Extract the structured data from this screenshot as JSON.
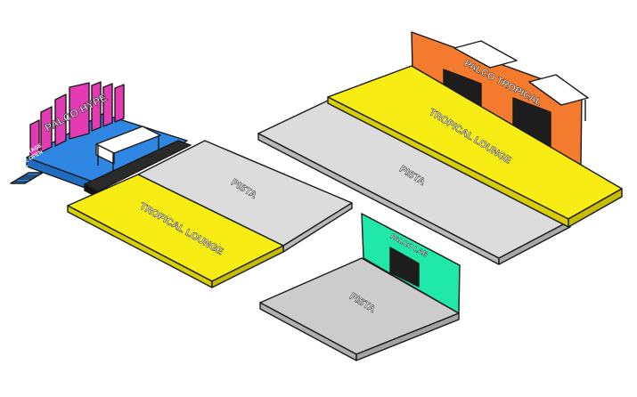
{
  "map": {
    "areas": {
      "hype": {
        "stage_label": "PALCO HYPE",
        "backstage_label": "BACKSTAGE HYPE OPEN BAR",
        "pista_label": "PISTA",
        "lounge_label": "TROPICAL LOUNGE"
      },
      "tropical": {
        "stage_label": "PALCO TROPICAL",
        "lounge_label": "TROPICAL LOUNGE",
        "pista_label": "PISTA"
      },
      "lab": {
        "stage_label": "PALCO LAB",
        "pista_label": "PISTA"
      }
    },
    "colors": {
      "hype_stage": "#2f86e3",
      "hype_panels": "#e43bb5",
      "tropical_stage": "#f47a2e",
      "lab_stage": "#1fe8a8",
      "lounge": "#f7ec13",
      "pista": "#dcdcdc",
      "pista_lab": "#cccccc"
    }
  }
}
